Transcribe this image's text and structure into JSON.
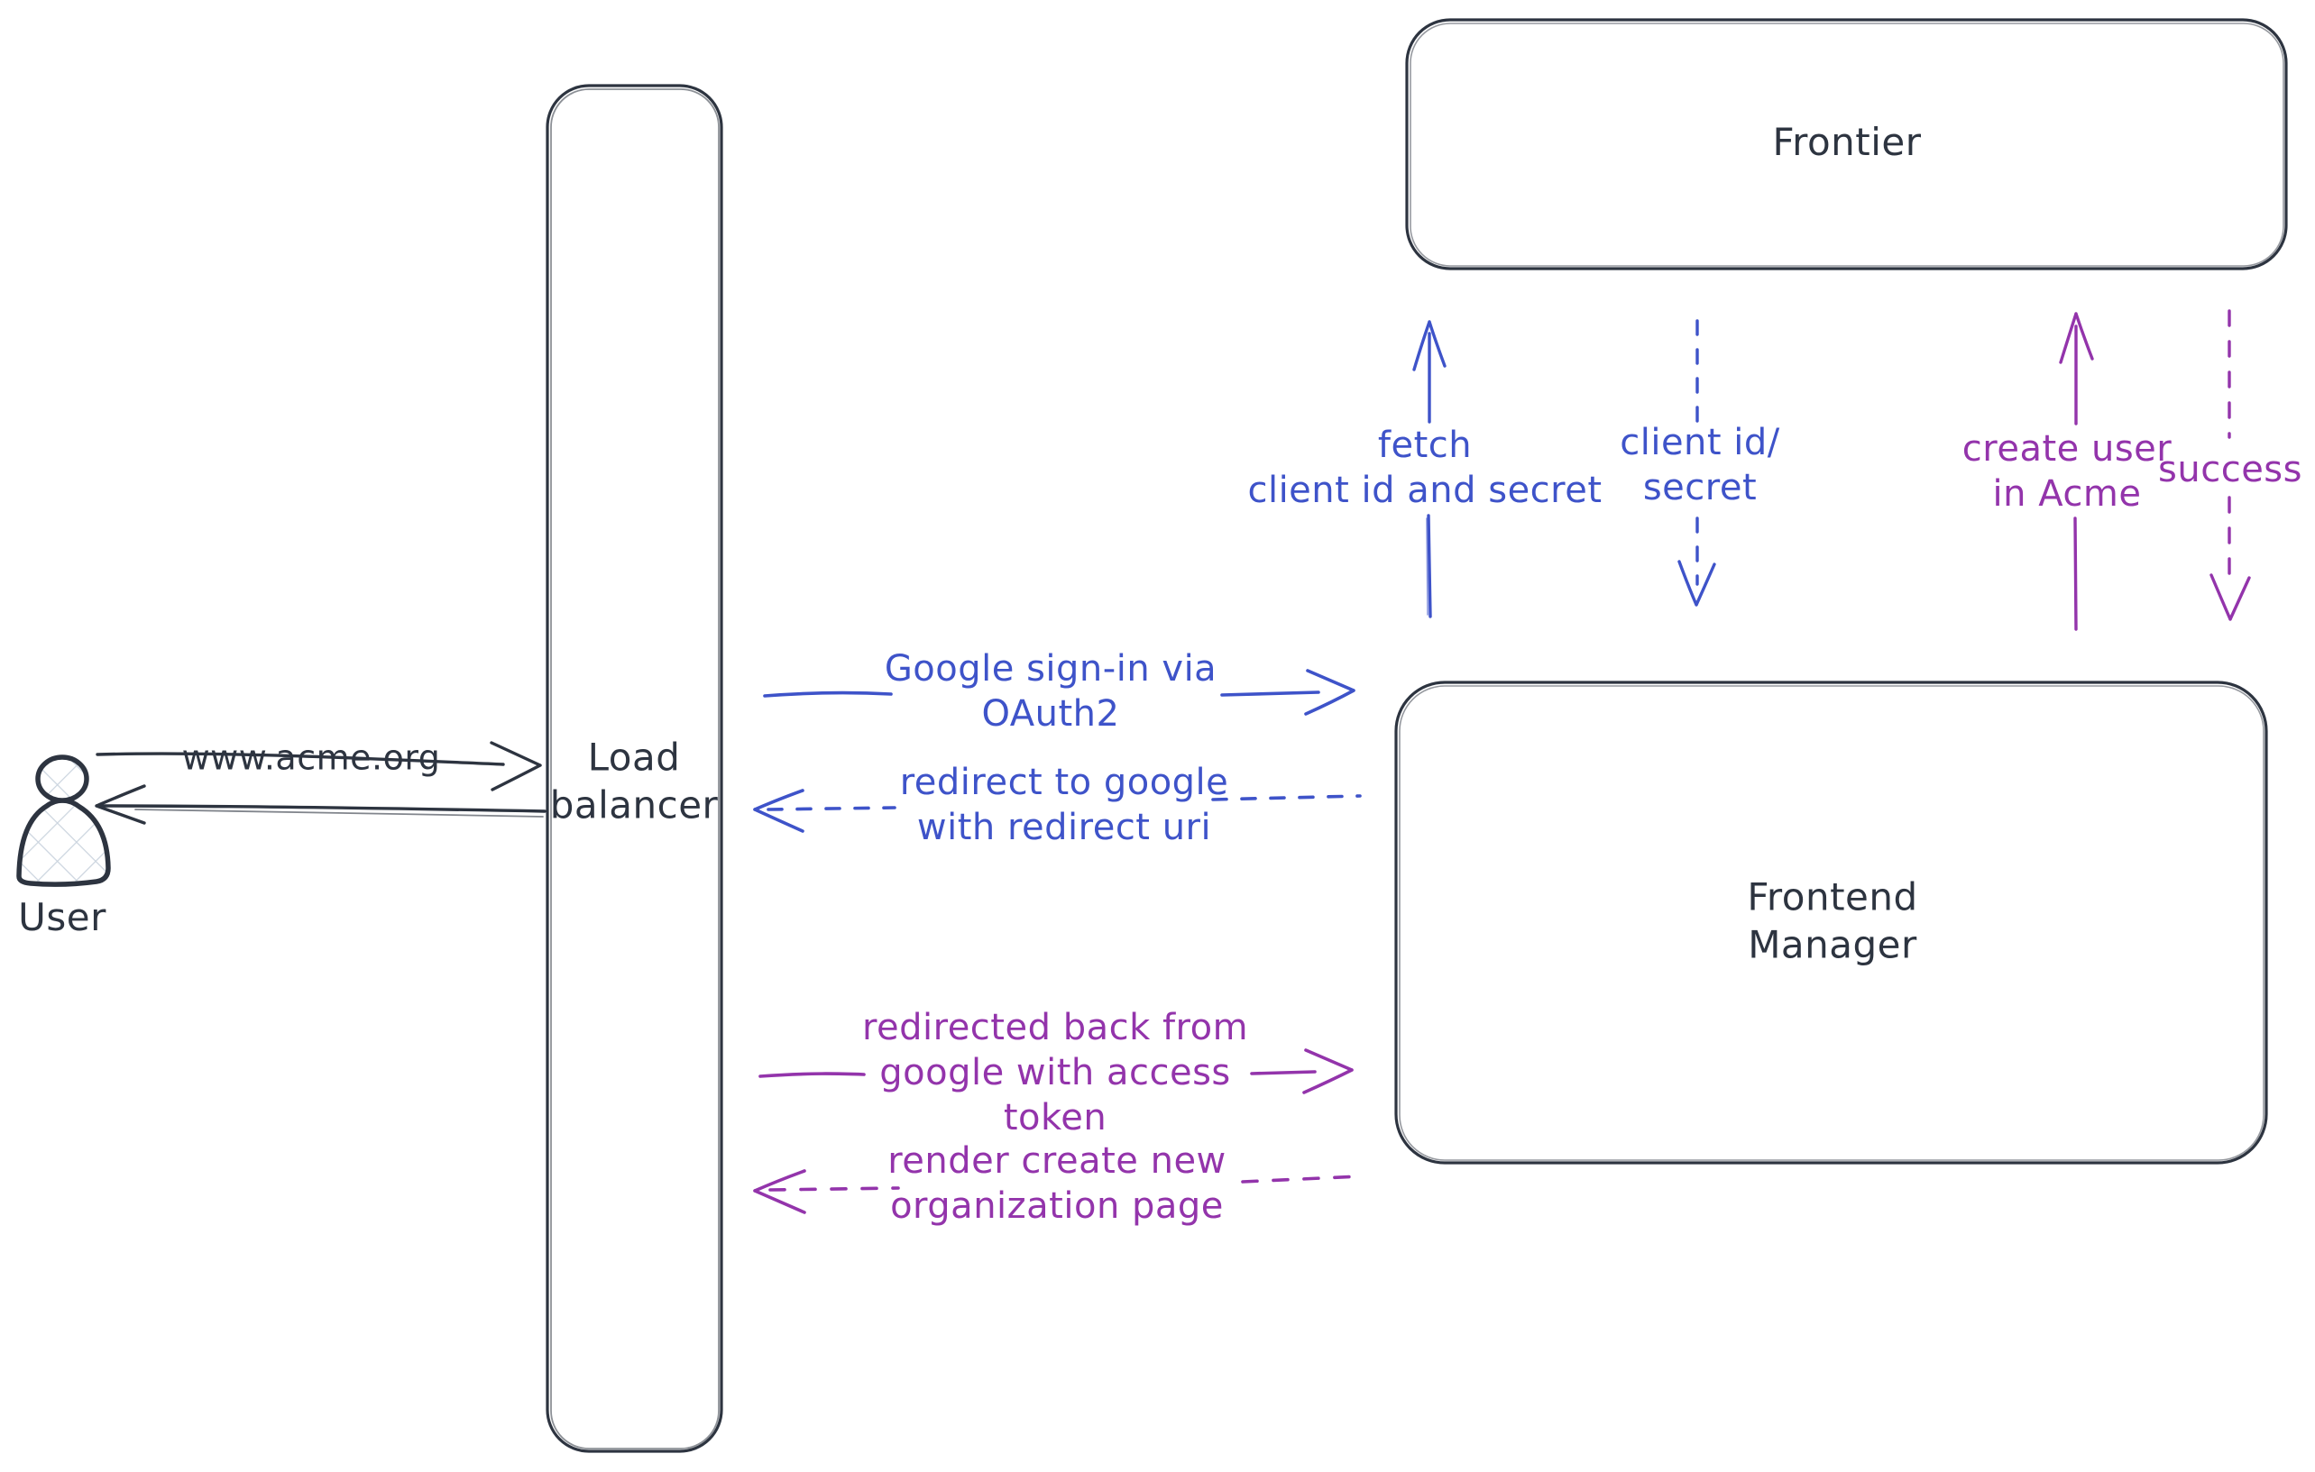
{
  "diagram": {
    "type": "architecture-flow",
    "background": "#ffffff",
    "colors": {
      "ink": "#2d3440",
      "blue": "#3e53c9",
      "purple": "#9334ab",
      "hatch": "#ccd5df"
    },
    "nodes": {
      "user": {
        "label": "User",
        "shape": "person"
      },
      "load_balancer": {
        "label": "Load\nbalancer",
        "shape": "rounded-rect"
      },
      "frontier": {
        "label": "Frontier",
        "shape": "rounded-rect"
      },
      "frontend_manager": {
        "label": "Frontend\nManager",
        "shape": "rounded-rect"
      }
    },
    "edges": {
      "acme_request": {
        "label": "www.acme.org",
        "from": "user",
        "to": "load_balancer",
        "style": "solid",
        "direction": "right",
        "color": "ink"
      },
      "acme_response": {
        "label": "",
        "from": "load_balancer",
        "to": "user",
        "style": "solid",
        "direction": "left",
        "color": "ink"
      },
      "google_signin": {
        "label": "Google sign-in via\nOAuth2",
        "from": "load_balancer",
        "to": "frontend_manager",
        "style": "solid",
        "direction": "right",
        "color": "blue"
      },
      "redirect_google": {
        "label": "redirect to google\nwith redirect uri",
        "from": "frontend_manager",
        "to": "load_balancer",
        "style": "dashed",
        "direction": "left",
        "color": "blue"
      },
      "fetch_secret": {
        "label": "fetch\nclient id and secret",
        "from": "frontend_manager",
        "to": "frontier",
        "style": "solid",
        "direction": "up",
        "color": "blue"
      },
      "client_id_secret": {
        "label": "client id/\nsecret",
        "from": "frontier",
        "to": "frontend_manager",
        "style": "dashed",
        "direction": "down",
        "color": "blue"
      },
      "create_user": {
        "label": "create user\nin Acme",
        "from": "frontend_manager",
        "to": "frontier",
        "style": "solid",
        "direction": "up",
        "color": "purple"
      },
      "success": {
        "label": "success",
        "from": "frontier",
        "to": "frontend_manager",
        "style": "dashed",
        "direction": "down",
        "color": "purple"
      },
      "redirected_back": {
        "label": "redirected back from\ngoogle with access\ntoken",
        "from": "load_balancer",
        "to": "frontend_manager",
        "style": "solid",
        "direction": "right",
        "color": "purple"
      },
      "render_page": {
        "label": "render create new\norganization page",
        "from": "frontend_manager",
        "to": "load_balancer",
        "style": "dashed",
        "direction": "left",
        "color": "purple"
      }
    }
  }
}
